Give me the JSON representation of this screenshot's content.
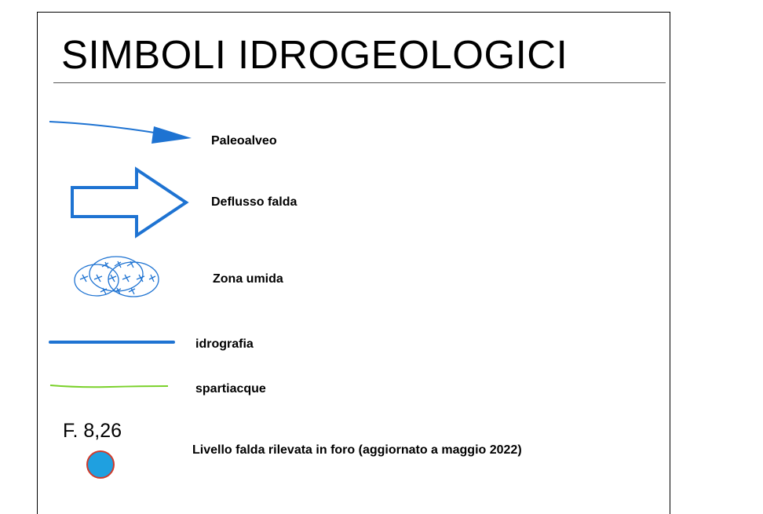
{
  "legend": {
    "title": "SIMBOLI IDROGEOLOGICI",
    "items": [
      {
        "label": "Paleoalveo",
        "icon": "paleoalveo-arrow-icon",
        "color": "#1e73d2"
      },
      {
        "label": "Deflusso falda",
        "icon": "groundwater-flow-arrow-icon",
        "color": "#1e73d2"
      },
      {
        "label": "Zona umida",
        "icon": "wetland-symbol-icon",
        "color": "#1e73d2"
      },
      {
        "label": "idrografia",
        "icon": "hydrography-line-icon",
        "color": "#1e73d2"
      },
      {
        "label": "spartiacque",
        "icon": "watershed-line-icon",
        "color": "#7ad12a"
      },
      {
        "label": "Livello falda rilevata in foro (aggiornato a maggio 2022)",
        "icon": "well-point-icon",
        "color": "#1fa0e0",
        "stroke": "#d23a2a"
      }
    ],
    "well_example_code": "F. 8,26"
  }
}
